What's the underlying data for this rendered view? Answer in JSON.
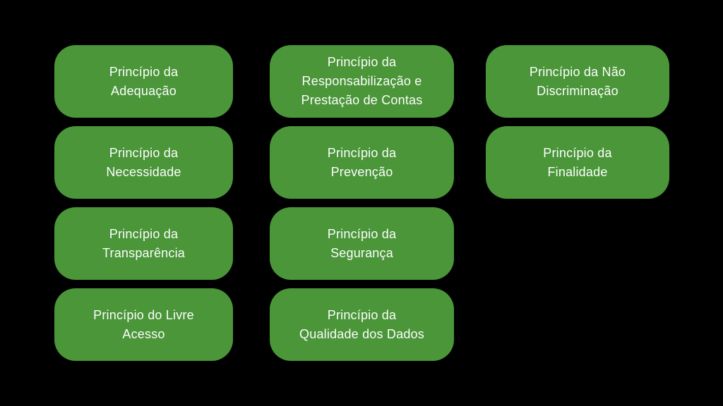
{
  "colors": {
    "background": "#000000",
    "box_fill": "#4a9639",
    "box_text": "#fdfdfd"
  },
  "boxes": [
    {
      "label": "Princípio da\nAdequação"
    },
    {
      "label": "Princípio da\nResponsabilização e\nPrestação de Contas"
    },
    {
      "label": "Princípio da Não\nDiscriminação"
    },
    {
      "label": "Princípio da\nNecessidade"
    },
    {
      "label": "Princípio da\nPrevenção"
    },
    {
      "label": "Princípio da\nFinalidade"
    },
    {
      "label": "Princípio da\nTransparência"
    },
    {
      "label": "Princípio da\nSegurança"
    },
    {
      "label": "Princípio do Livre\nAcesso"
    },
    {
      "label": "Princípio da\nQualidade dos Dados"
    }
  ]
}
